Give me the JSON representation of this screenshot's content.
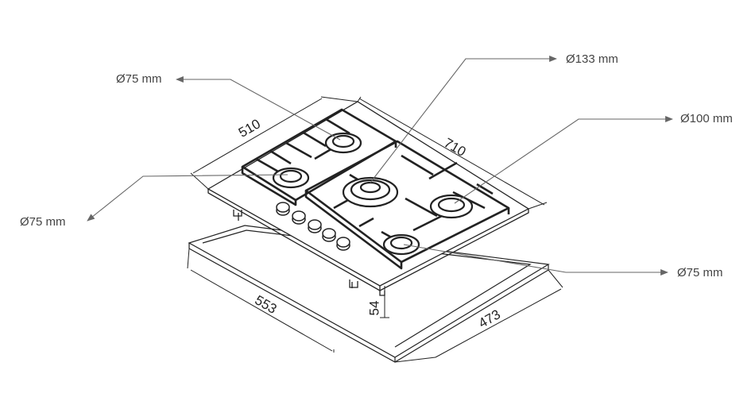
{
  "callouts": {
    "burner_top_left": "Ø75 mm",
    "burner_left": "Ø75 mm",
    "burner_center": "Ø133 mm",
    "burner_right": "Ø100 mm",
    "burner_front": "Ø75 mm"
  },
  "dimensions": {
    "depth": "510",
    "width": "710",
    "cutout_width": "553",
    "cutout_depth": "473",
    "height": "54"
  },
  "colors": {
    "stroke": "#222222",
    "leader": "#666666",
    "text": "#444444"
  }
}
